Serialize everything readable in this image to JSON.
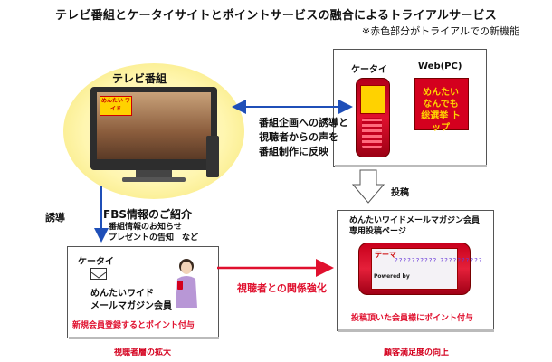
{
  "header": {
    "title": "テレビ番組とケータイサイトとポイントサービスの融合によるトライアルサービス",
    "note": "※赤色部分がトライアルでの新機能"
  },
  "tv": {
    "label": "テレビ番組",
    "logo_text": "めんたい ワイド"
  },
  "right_top": {
    "keitai_label": "ケータイ",
    "web_label": "Web(PC)",
    "web_banner": "めんたい なんでも 総選挙 トップ"
  },
  "middle": {
    "line1": "番組企画への誘導と",
    "line2": "視聴者からの声を",
    "line3": "番組制作に反映"
  },
  "toko_label": "投稿",
  "yudo_label": "誘導",
  "fbs": {
    "title": "FBS情報のご紹介",
    "sub1": "番組情報のお知らせ",
    "sub2": "プレゼントの告知　など"
  },
  "left_bottom": {
    "keitai_label": "ケータイ",
    "member1": "めんたいワイド",
    "member2": "メールマガジン会員",
    "red_text": "新規会員登録するとポイント付与",
    "caption": "視聴者層の拡大"
  },
  "right_bottom": {
    "title1": "めんたいワイドメールマガジン会員",
    "title2": "専用投稿ページ",
    "theme": "テーマ",
    "questions": "?????????? ??????????",
    "powered": "Powered by",
    "red_text": "投稿頂いた会員様にポイント付与",
    "caption": "顧客満足度の向上"
  },
  "relation_label": "視聴者との関係強化",
  "colors": {
    "accent_red": "#e0102e",
    "arrow_blue": "#1f4fb8"
  }
}
